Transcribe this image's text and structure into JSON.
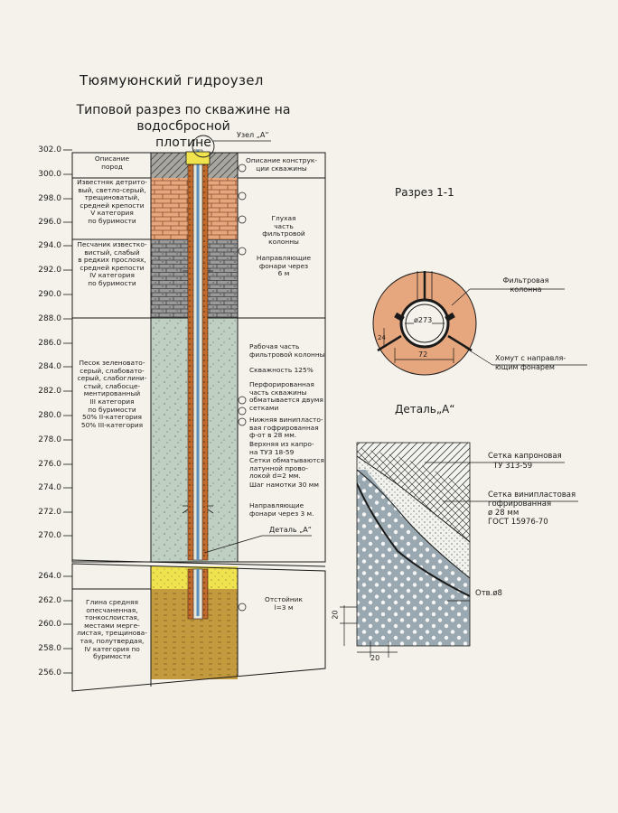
{
  "title": "Тюямуюнский гидроузел",
  "subtitle_line1": "Типовой разрез по скважине на водосбросной",
  "subtitle_line2": "плотине",
  "uzel_label": "Узел „А“",
  "detail_a_pointer": "Деталь „А“",
  "elevations": [
    "302.0",
    "300.0",
    "298.0",
    "296.0",
    "294.0",
    "292.0",
    "290.0",
    "288.0",
    "286.0",
    "284.0",
    "282.0",
    "280.0",
    "278.0",
    "276.0",
    "274.0",
    "272.0",
    "270.0",
    "264.0",
    "262.0",
    "260.0",
    "258.0",
    "256.0"
  ],
  "columns": {
    "left_header": [
      "Описание",
      "пород"
    ],
    "right_header": [
      "Описание конструк-",
      "ции скважины"
    ]
  },
  "rock_descriptions": {
    "limestone": [
      "Известняк детрито-",
      "вый, светло-серый,",
      "трещиноватый,",
      "средней крепости",
      "V категория",
      "по буримости"
    ],
    "sandstone": [
      "Песчаник известко-",
      "вистый, слабый",
      "в редких прослоях,",
      "средней крепости",
      "IV категория",
      "по буримости"
    ],
    "sand": [
      "Песок зеленовато-",
      "серый, слабовато-",
      "серый, слабоглини-",
      "стый, слабосце-",
      "ментированный",
      "III категория",
      "по буримости",
      "50% II-категория",
      "50% III-категория"
    ],
    "clay": [
      "Глина средняя",
      "опесчаненная,",
      "тонкослоистая,",
      "местами мерге-",
      "листая, трещинова-",
      "тая, полутвердая,",
      "IV категория по",
      "буримости"
    ]
  },
  "construction_descriptions": {
    "blind": [
      "Глухая",
      "часть",
      "фильтровой",
      "колонны"
    ],
    "guides1": [
      "Направляющие",
      "фонари через",
      "6 м"
    ],
    "working": [
      "Рабочая часть",
      "фильтровой колонны"
    ],
    "porosity": "Скважность 125%",
    "perforated": [
      "Перфорированная",
      "часть скважины",
      "обматывается двумя",
      "сетками"
    ],
    "inner_mesh": [
      "Нижняя винипласто-",
      "вая гофрированная",
      "ф-от в 28 мм."
    ],
    "outer_mesh": [
      "Верхняя из капро-",
      "на ТУЗ 18-59"
    ],
    "winding": [
      "Сетки обматываются",
      "латунной прово-",
      "локой d=2 мм."
    ],
    "pitch": "Шаг намотки 30 мм",
    "guides2": [
      "Направляющие",
      "фонари через 3 м."
    ],
    "sump": [
      "Отстойник",
      "l=3 м"
    ]
  },
  "section_1_1": {
    "title": "Разрез 1-1",
    "diameter": "ø273",
    "dim_24": "24",
    "dim_72": "72",
    "label_filter": [
      "Фильтровая",
      "колонна"
    ],
    "label_clamp": [
      "Хомут с направля-",
      "ющим фонарем"
    ]
  },
  "detail_a": {
    "title": "Деталь„А“",
    "label_capron": [
      "Сетка капроновая",
      "ТУ 313-59"
    ],
    "label_vinyl": [
      "Сетка винипластовая",
      "гофрированная",
      "ø 28 мм",
      "ГОСТ 15976-70"
    ],
    "label_hole": "Отв.ø8",
    "dim_v": "20",
    "dim_h": "20"
  },
  "colors": {
    "limestone": "#e7a77e",
    "sandstone": "#8f8f8f",
    "sand": "#bfcfc2",
    "clay": "#c49a3e",
    "clay_top": "#f0e34e",
    "steel": "#c26a2c",
    "tube": "#5b8fbd",
    "detail_steel": "#9aa9b1"
  }
}
